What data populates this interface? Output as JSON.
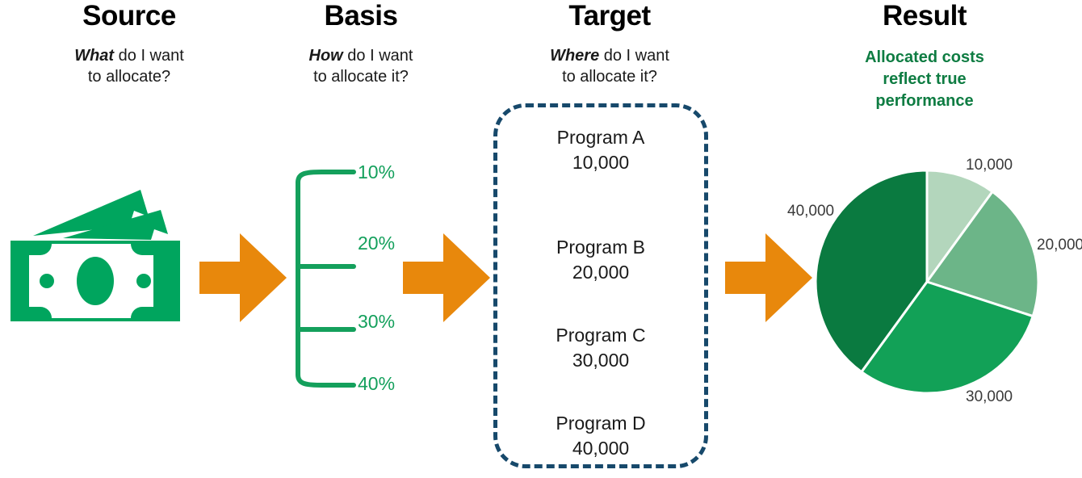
{
  "columns": [
    {
      "key": "source",
      "title": "Source",
      "question_lead": "What",
      "question_rest": "do I want",
      "question_line2": "to allocate?"
    },
    {
      "key": "basis",
      "title": "Basis",
      "question_lead": "How",
      "question_rest": "do I want",
      "question_line2": "to allocate it?"
    },
    {
      "key": "target",
      "title": "Target",
      "question_lead": "Where",
      "question_rest": "do I want",
      "question_line2": "to allocate it?"
    },
    {
      "key": "result",
      "title": "Result",
      "statement_line1": "Allocated costs",
      "statement_line2": "reflect true",
      "statement_line3": "performance"
    }
  ],
  "source": {
    "icon": "money-stack-icon"
  },
  "basis": {
    "percentages": [
      "10%",
      "20%",
      "30%",
      "40%"
    ]
  },
  "target": {
    "programs": [
      {
        "name": "Program A",
        "amount": "10,000"
      },
      {
        "name": "Program B",
        "amount": "20,000"
      },
      {
        "name": "Program C",
        "amount": "30,000"
      },
      {
        "name": "Program D",
        "amount": "40,000"
      }
    ]
  },
  "arrows": [
    {
      "name": "arrow-source-to-basis"
    },
    {
      "name": "arrow-basis-to-target"
    },
    {
      "name": "arrow-target-to-result"
    }
  ],
  "chart_data": {
    "type": "pie",
    "title": "",
    "categories": [
      "10,000",
      "20,000",
      "30,000",
      "40,000"
    ],
    "values": [
      10000,
      20000,
      30000,
      40000
    ],
    "percent": [
      10,
      20,
      30,
      40
    ],
    "labels": [
      "10,000",
      "20,000",
      "30,000",
      "40,000"
    ],
    "colors": [
      "#b3d6bc",
      "#6cb588",
      "#12a157",
      "#0a7a40"
    ],
    "slice_border": "#ffffff",
    "start_angle_deg": 0,
    "direction": "clockwise",
    "legend": "none",
    "grid": false
  },
  "colors": {
    "money_green": "#00a55e",
    "accent_green": "#14a05c",
    "result_green": "#0e7c42",
    "arrow_orange": "#e8880c",
    "target_navy": "#17496b",
    "text_dark": "#1a1a1a"
  }
}
